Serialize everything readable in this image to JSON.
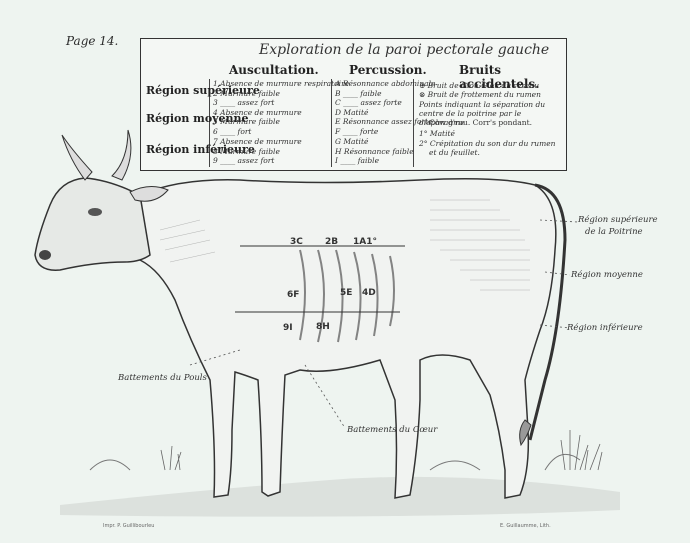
{
  "page_label": "Page 14.",
  "table": {
    "title": "Exploration de la paroi pectorale gauche",
    "columns": [
      "Auscultation.",
      "Percussion.",
      "Bruits accidentels."
    ],
    "regions": [
      "Région supérieure",
      "Région moyenne",
      "Région inférieure"
    ],
    "auscultation": [
      "1 Absence de murmure respiratoire",
      "2 Murmure faible",
      "3 ____ assez fort",
      "4 Absence de murmure",
      "5 Murmure faible",
      "6 ____ fort",
      "7 Absence de murmure",
      "8 Murmure faible",
      "9 ____ assez fort"
    ],
    "percussion": [
      "A Résonnance abdominale",
      "B ____ faible",
      "C ____ assez forte",
      "D Matité",
      "E Résonnance assez forte",
      "F ____ forte",
      "G Matité",
      "H Résonnance faible",
      "I ____ faible"
    ],
    "bruits": [
      "⊕ Bruit de Glou-Glou du réseau",
      "⊗ Bruit de frottement du rumen",
      "Points indiquant la séparation du",
      "centre de la poitrine par le diaphragme",
      "Cow d'rou. Corr's pondant.",
      "1° Matité",
      "2° Crépitation du son dur du rumen",
      "et du feuillet."
    ]
  },
  "side_labels": {
    "upper": [
      "Région supérieure",
      "de la Poitrine"
    ],
    "middle": "Région moyenne",
    "lower": "Région inférieure",
    "pulse": "Battements du Pouls",
    "heart": "Battements du Cœur"
  },
  "cow_marks": [
    "3C",
    "2B",
    "1A1°",
    "6F",
    "5E",
    "4D",
    "9I",
    "8H"
  ],
  "credits": {
    "left": "Impr. P. Guillibourleu",
    "right": "E. Guillaumme, Lith."
  },
  "colors": {
    "paper": "#eef4f0",
    "ink": "#2a2a2a"
  }
}
